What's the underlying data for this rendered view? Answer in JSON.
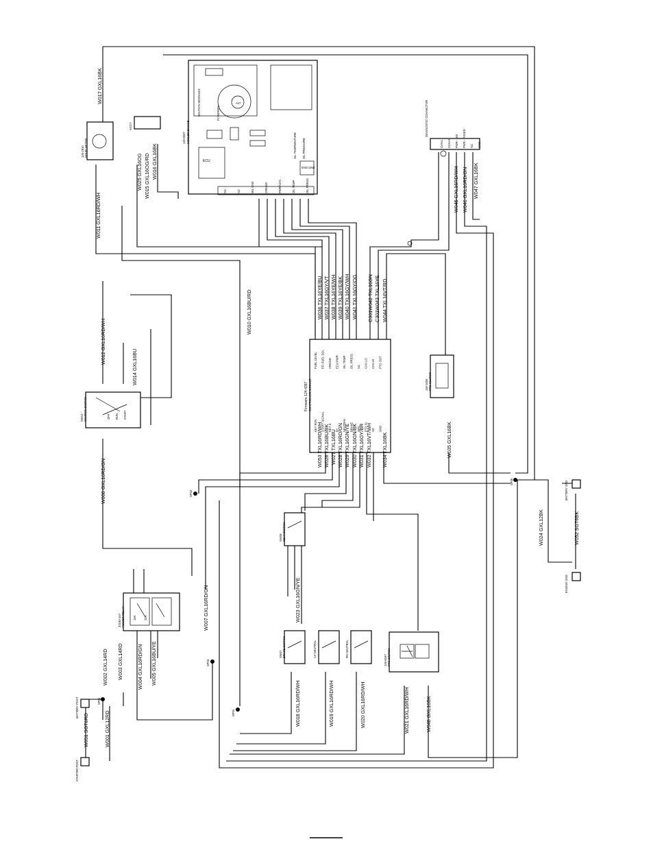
{
  "wire_labels": {
    "w017": "W017 GXL16BK",
    "w011": "W011 GXL16RD/WH",
    "w025": "W025 GXL16OG",
    "w015": "W015 GXL16OG/RD",
    "w016": "W016 GXL16BK",
    "w012": "W012 GXL16RD/WH",
    "w014": "W014 GXL16BU",
    "w010": "W010 GXL16BU/RD",
    "w008": "W008 GXL16RD/GN",
    "w036": "W036 TXL16YE/BU",
    "w037": "W037 TXL16GY/VT",
    "w038": "W038 TXL16YE/WH",
    "w039": "W039 TXL16YE/BK",
    "w040": "W040 TXL16GY/WH",
    "w041": "W041 TXL16GY/OG",
    "w042": "C301W042 TXL16GN",
    "w043": "C301W043 TXL16YE",
    "w044": "W044 TXL16VT/RD",
    "w053": "W053 TXL16RD/WH",
    "w026": "W026 TXL16BU/BK",
    "w027": "W027 TXL16BU",
    "w028": "W028 TXL16RD/GN",
    "w029": "W029 TXL16GN/YE",
    "w030": "W030 TXL16GN/BK",
    "w031": "W031 TXL16GY/BR",
    "w032": "W032 TXL16VT/WH",
    "w034": "W034 TXL16BK",
    "w035": "W035 GXL16BK",
    "w045": "W045 GXL16RD/WH",
    "w046": "W046 GXL16RD/GN",
    "w047": "W047 GXL16BK",
    "w024": "W024 GXL12BK",
    "w052": "W052 SGT6BK",
    "w023": "W023 GXL16GN/YE",
    "w007": "W007 GXL16RD/GN",
    "w002": "W002 GXL14RD",
    "w003": "W003 GXL14RD",
    "w004": "W004 GXL16RD/GN",
    "w005": "W005 GXL16BU/YE",
    "w051": "W051 SGT6RD",
    "w001": "W001 GXL12RD",
    "w018": "W018 GXL16RD/WH",
    "w019": "W019 GXL16RD/WH",
    "w020": "W020 GXL16RD/WH",
    "w021": "W021 GXL16RD/WH",
    "w048": "W048 GXL16BK"
  },
  "component_labels": {
    "engine_title": "120-8027",
    "engine_sub": "KOHLER ENGINE",
    "engine_ecu": "ECU",
    "engine_alt": "ALT",
    "engine_flywheel": "FLYWHEEL",
    "engine_ignition": "IGNITION MODULES",
    "engine_oil_temp": "OIL TEMPERATURE",
    "engine_oil_pressure": "OIL PRESSURE",
    "engine_eng_gnd": "ENG GND",
    "engine_pins": [
      "NC",
      "NC",
      "MIL GND",
      "CRK/SD",
      "PWR/NCN",
      "OIL TEMP",
      "OIL PRESS"
    ],
    "controller_title": "Firmware 124-4397",
    "controller_sub": "CONTROLLER MODULE",
    "controller_pins_left": [
      "KEY RUN",
      "START SIGNAL",
      "KEY S",
      "B+",
      "NEUTRAL",
      "BRAKE",
      "OPC",
      "PTO IN",
      "NC",
      "GND"
    ],
    "controller_pins_right": [
      "FUEL LEVEL",
      "EFI FUEL SOL",
      "CRK/SD",
      "ECU PWR",
      "OIL TEMP",
      "OIL PRESS",
      "NC",
      "CAN LO",
      "CAN HI",
      "PTO OUT"
    ],
    "ignition_switch": "IGNITION SWITCH",
    "ignition_switch_no": "SW10",
    "ignition_positions": [
      "OFF",
      "RUN",
      "START"
    ],
    "hour_meter": "HOUR METER",
    "hour_meter_no": "126-2910",
    "power_relay": "POWER RELAY",
    "power_relay_no": "32180-167",
    "fuse_block": "FUSE BLOCK",
    "fuse_block_no": "32180-167",
    "fuse_values": [
      "15A",
      "20A"
    ],
    "diag_connector": "DIAGNOSTIC CONNECTOR",
    "diag_pins": [
      "CAN-L",
      "CAN-H",
      "PWR - SW",
      "PWR - FUSED",
      "NC",
      "GND"
    ],
    "seat_switch": "SEAT SWITCH",
    "seat_switch_no": "SW08",
    "brake_switch": "BRAKE SWITCH",
    "brake_switch_no": "SW07",
    "lh_neutral_switch": "LH NEUTRAL",
    "rh_neutral_switch": "RH NEUTRAL",
    "pto_switch": "PTO SWITCH",
    "pto_switch_no": "126-8197",
    "pto_clutch": "PTO CLUTCH",
    "pto_clutch_no": "116-1606",
    "fuel_sol": "FUEL SOL",
    "accy": "ACCY",
    "splices": [
      "SP01",
      "SP02",
      "SP03",
      "SP04",
      "SP05"
    ],
    "battery_post": "BATTERY POST",
    "starter_post": "STARTER POST",
    "battery_gnd": "BATTERY GND",
    "engine_gnd": "ENGINE GND"
  }
}
